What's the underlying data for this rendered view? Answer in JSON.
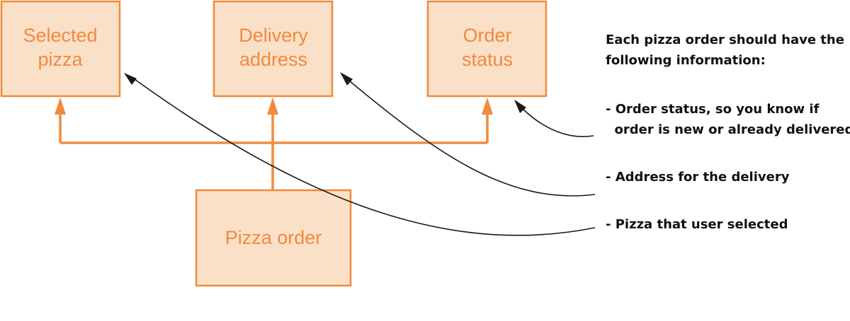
{
  "boxes": {
    "selected_pizza": [
      "Selected",
      "pizza"
    ],
    "delivery_address": [
      "Delivery",
      "address"
    ],
    "order_status": [
      "Order",
      "status"
    ],
    "pizza_order": [
      "Pizza order"
    ]
  },
  "annotations": {
    "header": [
      "Each pizza order should have the",
      "following information:"
    ],
    "order_status_note": [
      "- Order status, so you know if",
      "  order is new or already delivered"
    ],
    "address_note": "- Address for the delivery",
    "pizza_note": "- Pizza that user selected"
  },
  "colors": {
    "box_fill": "#fbe0c8",
    "box_stroke": "#f08a3c",
    "box_text": "#f08a3c",
    "annotation_text": "#111111"
  }
}
